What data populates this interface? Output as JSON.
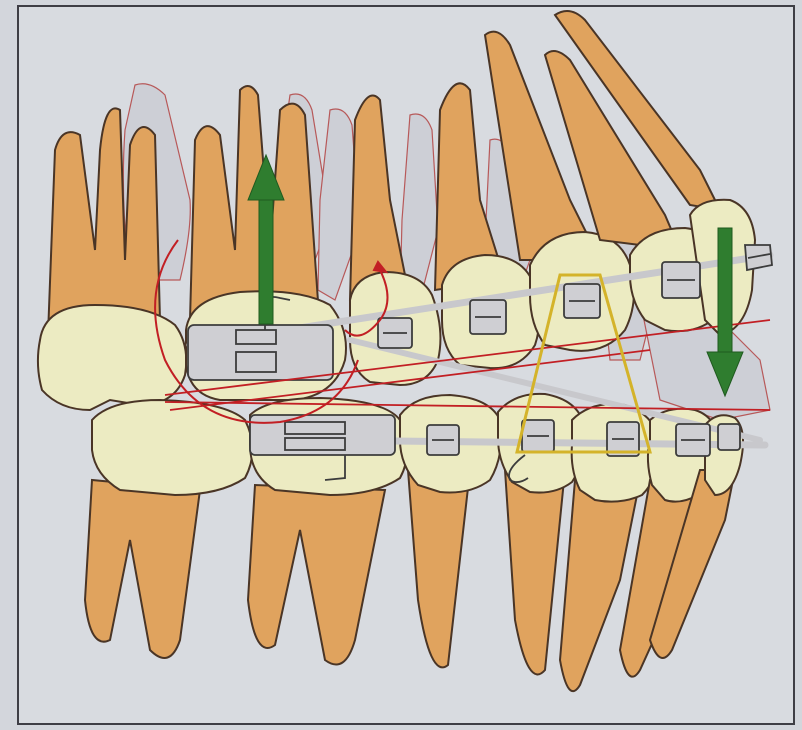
{
  "figure": {
    "labels": [],
    "colors": {
      "page_bg": "#d3d6dc",
      "frame": "#3e3e45",
      "tooth_root": "#e0a35e",
      "tooth_crown": "#ecebc2",
      "ghost_tooth": "#ccced6",
      "ghost_outline": "#b44b4b",
      "tooth_outline": "#4a3526",
      "bracket": "#cfcfd3",
      "archwire": "#c8c8cc",
      "arrow_green": "#2f7d2f",
      "occlusal_line_red": "#c21f24",
      "elastic_yellow": "#d4b32a"
    },
    "arrows": [
      {
        "name": "intrusion-arrow-molar",
        "direction": "up"
      },
      {
        "name": "extrusion-arrow-canine",
        "direction": "down"
      }
    ],
    "rotation_markers": [
      {
        "name": "rotation-arc-molar"
      },
      {
        "name": "rotation-arc-premolar"
      }
    ]
  }
}
